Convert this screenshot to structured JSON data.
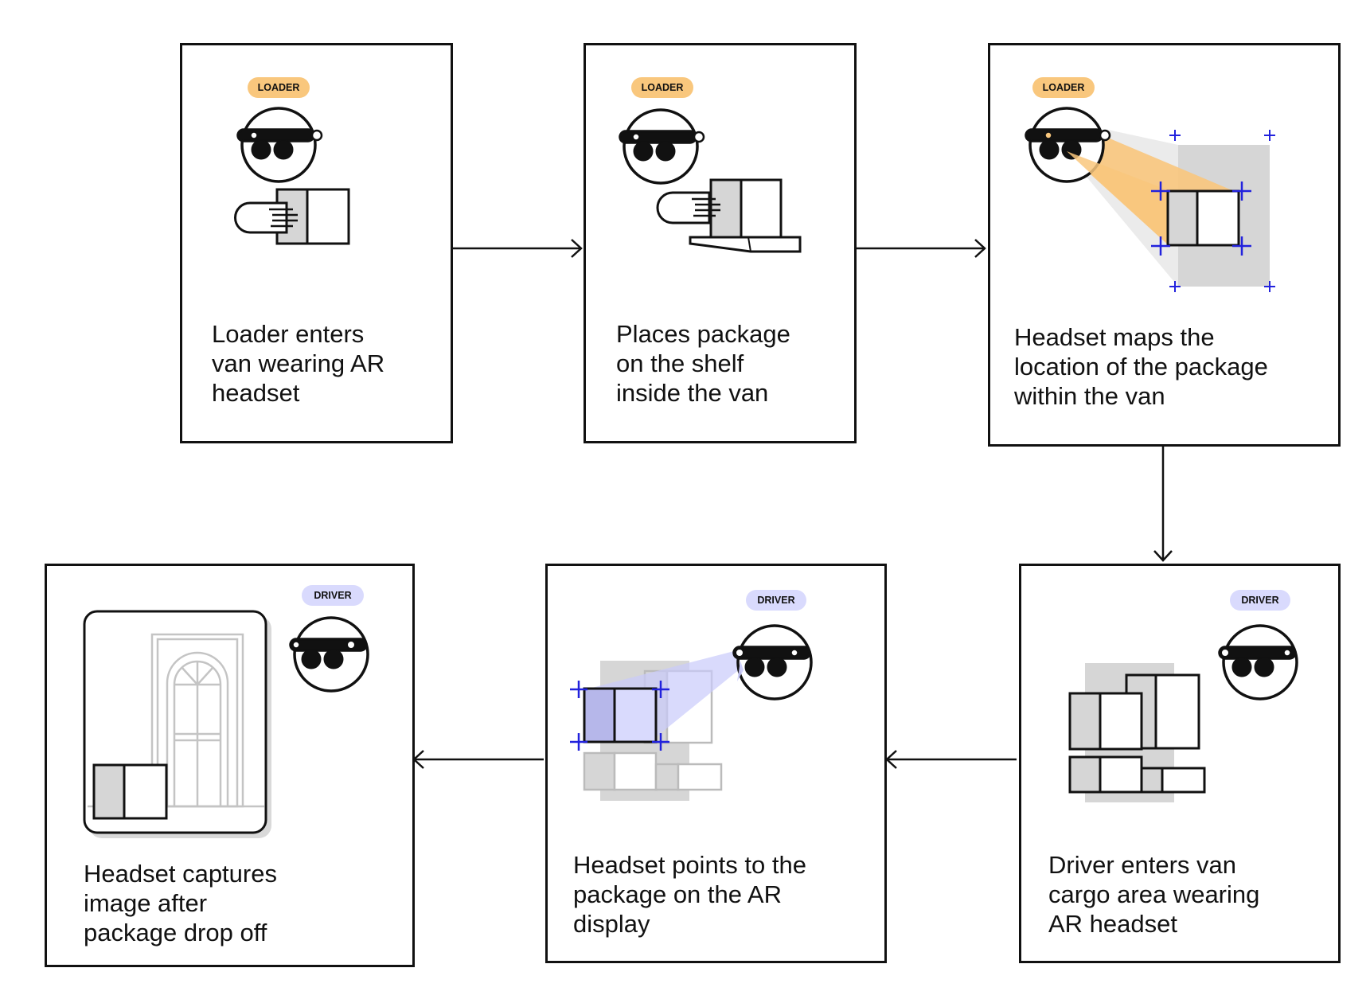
{
  "colors": {
    "loader_badge": "#f9c77d",
    "driver_badge": "#d9dafd",
    "loader_beam": "#f9c77d",
    "driver_beam": "#c9cafb",
    "marker": "#2222dd",
    "package_shade": "#d6d6d6",
    "outline": "#111111"
  },
  "steps": [
    {
      "badge": "LOADER",
      "caption": [
        "Loader enters",
        "van wearing AR",
        "headset"
      ]
    },
    {
      "badge": "LOADER",
      "caption": [
        "Places package",
        "on the shelf",
        "inside the van"
      ]
    },
    {
      "badge": "LOADER",
      "caption": [
        "Headset maps the",
        "location of the package",
        "within the van"
      ]
    },
    {
      "badge": "DRIVER",
      "caption": [
        "Driver enters van",
        "cargo area wearing",
        "AR headset"
      ]
    },
    {
      "badge": "DRIVER",
      "caption": [
        "Headset points to the",
        "package on the AR",
        "display"
      ]
    },
    {
      "badge": "DRIVER",
      "caption": [
        "Headset captures",
        "image after",
        "package drop off"
      ]
    }
  ],
  "icons": [
    "headset-face-icon",
    "hand-icon",
    "package-icon",
    "shelf-icon",
    "scan-beam-icon",
    "corner-marker-icon",
    "door-icon",
    "camera-frame-icon",
    "arrow-icon"
  ]
}
